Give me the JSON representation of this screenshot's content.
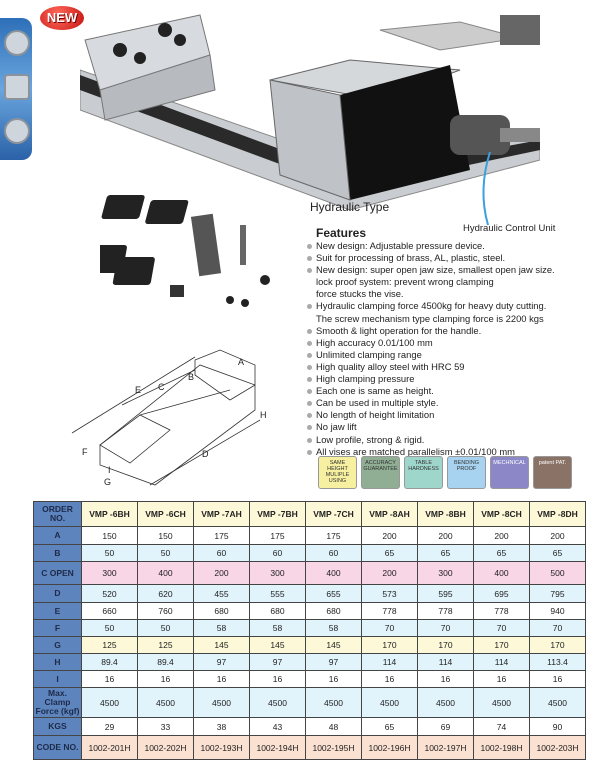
{
  "badge_new": "NEW",
  "labels": {
    "hydraulic_type": "Hydraulic Type",
    "hydraulic_control_unit": "Hydraulic Control Unit"
  },
  "features": {
    "title": "Features",
    "items": [
      "New design: Adjustable pressure device.",
      "Suit for processing of brass, AL, plastic, steel.",
      "New design: super open jaw size, smallest open jaw size.\n                   lock proof system: prevent wrong clamping\n                   force stucks the vise.",
      "Hydraulic clamping force 4500kg for heavy duty cutting.\nThe screw mechanism type clamping force is 2200 kgs",
      "Smooth & light operation for the handle.",
      "High accuracy 0.01/100 mm",
      "Unlimited clamping range",
      "High quality alloy steel with HRC 59",
      "High clamping pressure",
      "Each one is same as height.",
      "Can be used in multiple style.",
      "No length of height limitation",
      "No jaw lift",
      "Low profile, strong & rigid.",
      "All vises are matched parallelism ±0.01/100 mm"
    ]
  },
  "badges": [
    {
      "label": "SAME HEIGHT MULIPLE USING",
      "color": "#f6f0a0"
    },
    {
      "label": "ACCURACY GUARANTEE",
      "color": "#8fae94"
    },
    {
      "label": "TABLE HARDNESS",
      "color": "#9fd6cc"
    },
    {
      "label": "BENDING PROOF",
      "color": "#a7d3f0"
    },
    {
      "label": "MECHNICAL",
      "color": "#8c88c8"
    },
    {
      "label": "patent PAT.",
      "color": "#8a7266"
    }
  ],
  "diagram_labels": [
    "A",
    "B",
    "C",
    "D",
    "E",
    "F",
    "G",
    "H",
    "I"
  ],
  "table": {
    "header": "ORDER NO.",
    "models": [
      "VMP -6BH",
      "VMP -6CH",
      "VMP -7AH",
      "VMP -7BH",
      "VMP -7CH",
      "VMP -8AH",
      "VMP -8BH",
      "VMP -8CH",
      "VMP -8DH"
    ],
    "rows": [
      {
        "label": "A",
        "style": "w",
        "values": [
          "150",
          "150",
          "175",
          "175",
          "175",
          "200",
          "200",
          "200",
          "200"
        ]
      },
      {
        "label": "B",
        "style": "b",
        "values": [
          "50",
          "50",
          "60",
          "60",
          "60",
          "65",
          "65",
          "65",
          "65"
        ]
      },
      {
        "label": "C OPEN",
        "style": "p",
        "values": [
          "300",
          "400",
          "200",
          "300",
          "400",
          "200",
          "300",
          "400",
          "500"
        ]
      },
      {
        "label": "D",
        "style": "b",
        "values": [
          "520",
          "620",
          "455",
          "555",
          "655",
          "573",
          "595",
          "695",
          "795"
        ]
      },
      {
        "label": "E",
        "style": "w",
        "values": [
          "660",
          "760",
          "680",
          "680",
          "680",
          "778",
          "778",
          "778",
          "940"
        ]
      },
      {
        "label": "F",
        "style": "b",
        "values": [
          "50",
          "50",
          "58",
          "58",
          "58",
          "70",
          "70",
          "70",
          "70"
        ]
      },
      {
        "label": "G",
        "style": "y",
        "values": [
          "125",
          "125",
          "145",
          "145",
          "145",
          "170",
          "170",
          "170",
          "170"
        ]
      },
      {
        "label": "H",
        "style": "b",
        "values": [
          "89.4",
          "89.4",
          "97",
          "97",
          "97",
          "114",
          "114",
          "114",
          "113.4"
        ]
      },
      {
        "label": "I",
        "style": "w",
        "values": [
          "16",
          "16",
          "16",
          "16",
          "16",
          "16",
          "16",
          "16",
          "16"
        ]
      },
      {
        "label": "Max. Clamp Force (kgf)",
        "style": "b",
        "values": [
          "4500",
          "4500",
          "4500",
          "4500",
          "4500",
          "4500",
          "4500",
          "4500",
          "4500"
        ]
      },
      {
        "label": "KGS",
        "style": "w",
        "values": [
          "29",
          "33",
          "38",
          "43",
          "48",
          "65",
          "69",
          "74",
          "90"
        ]
      },
      {
        "label": "CODE NO.",
        "style": "o",
        "values": [
          "1002-201H",
          "1002-202H",
          "1002-193H",
          "1002-194H",
          "1002-195H",
          "1002-196H",
          "1002-197H",
          "1002-198H",
          "1002-203H"
        ]
      }
    ]
  }
}
